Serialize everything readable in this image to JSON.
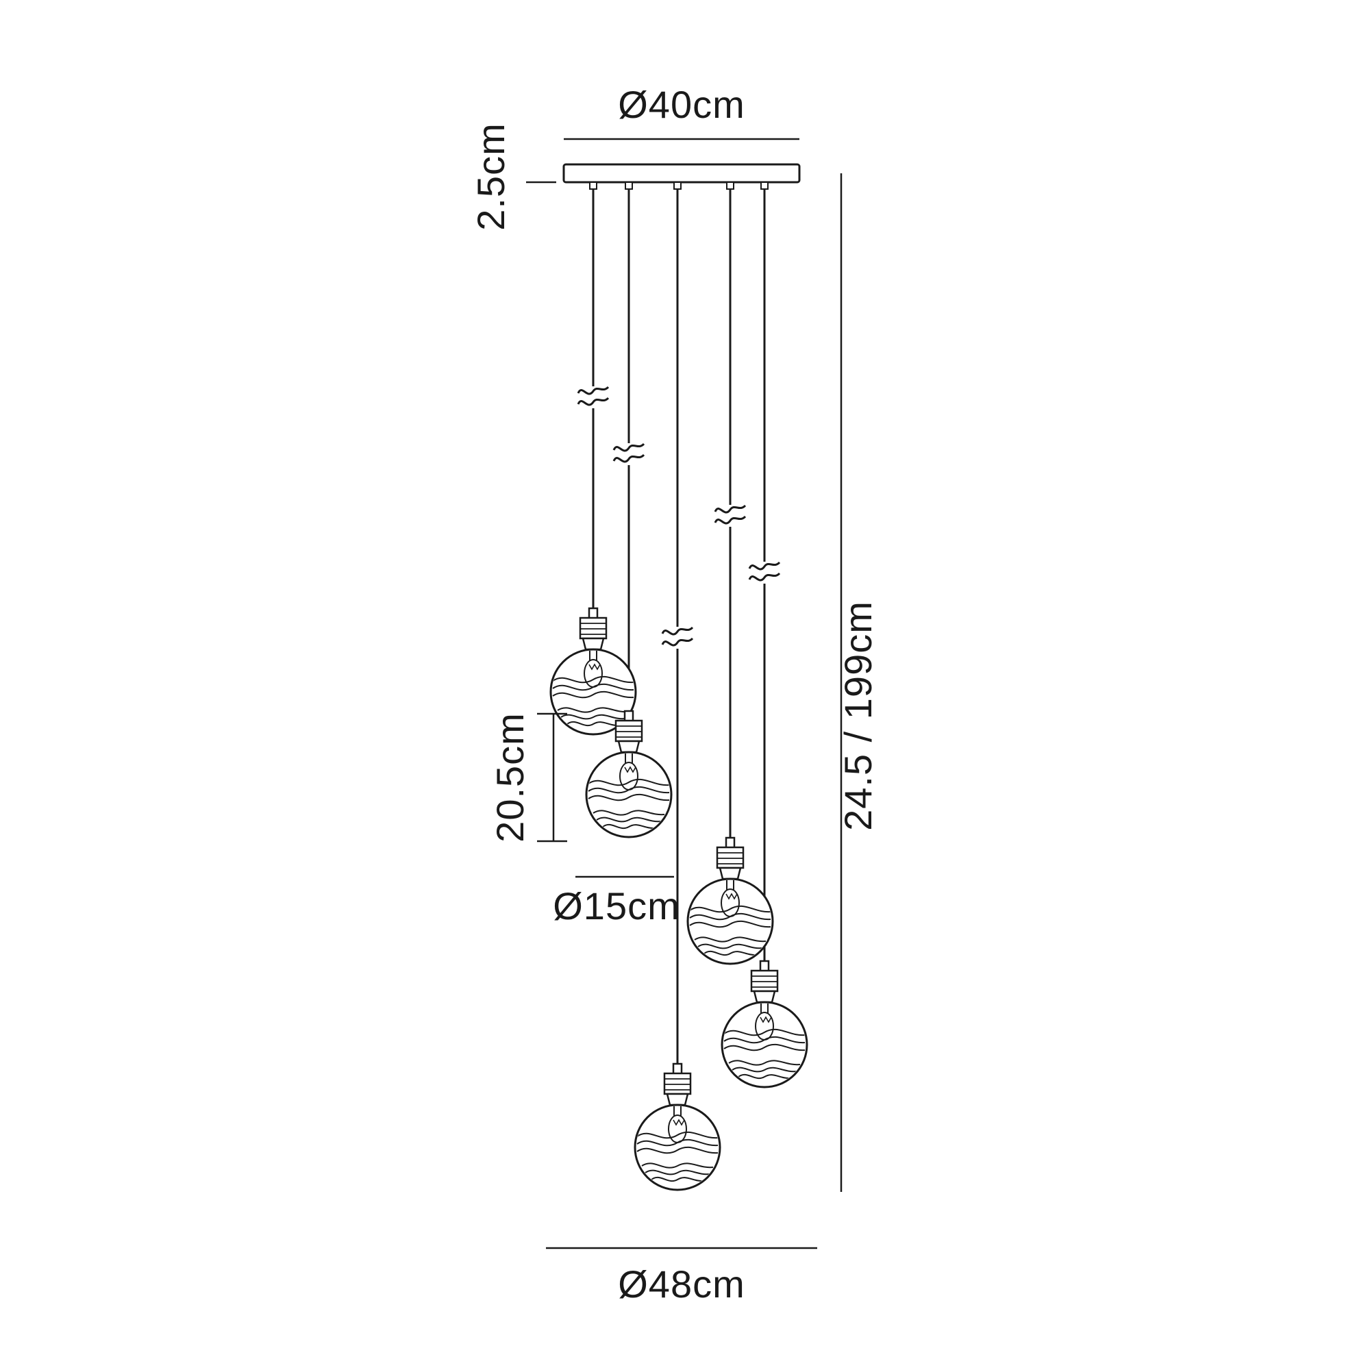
{
  "diagram": {
    "labels": {
      "canopy_diameter": "Ø40cm",
      "canopy_height": "2.5cm",
      "overall_drop": "24.5 / 199cm",
      "pendant_height": "20.5cm",
      "globe_diameter": "Ø15cm",
      "overall_diameter": "Ø48cm"
    },
    "pendant_count": 5,
    "colors": {
      "line": "#1a1a1a",
      "background": "#ffffff"
    }
  }
}
